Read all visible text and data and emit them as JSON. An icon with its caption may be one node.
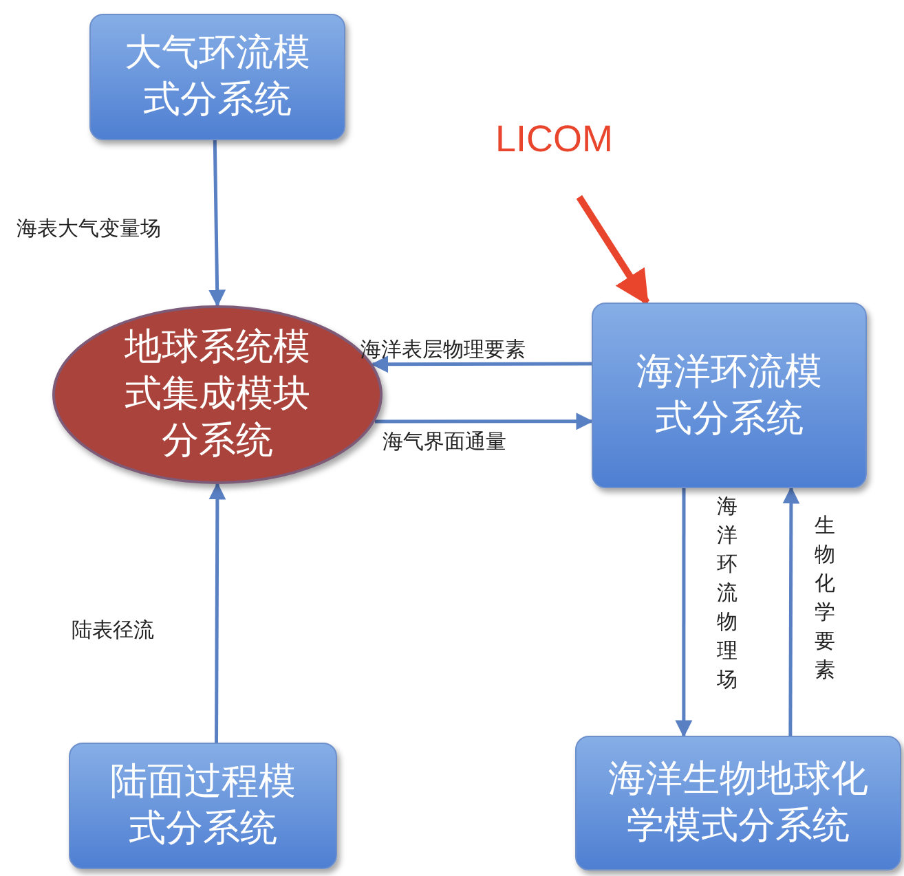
{
  "diagram": {
    "nodes": [
      {
        "text": [
          "大气环流模式分系统"
        ]
      },
      {
        "text": [
          "地球系统模式集成模块分系统"
        ]
      },
      {
        "text": [
          "LICOM"
        ]
      },
      {
        "text": [
          "海洋环流模式分系统"
        ]
      },
      {
        "text": [
          "陆面过程模式分系统"
        ]
      },
      {
        "text": [
          "海洋生物地球化学模式分系统"
        ]
      }
    ],
    "edges": [
      {
        "from": 0,
        "to": 1,
        "arrow": "to",
        "label": "海表大气变量场"
      },
      {
        "from": 3,
        "to": 1,
        "arrow": "to",
        "label": "海洋表层物理要素"
      },
      {
        "from": 1,
        "to": 3,
        "arrow": "to",
        "label": "海气界面通量"
      },
      {
        "from": 4,
        "to": 1,
        "arrow": "to",
        "label": "陆表径流"
      },
      {
        "from": 3,
        "to": 5,
        "arrow": "to",
        "label": "海洋环流物理场"
      },
      {
        "from": 5,
        "to": 3,
        "arrow": "to",
        "label": "生物化学要素"
      },
      {
        "from": 2,
        "to": 3,
        "arrow": "to",
        "style": "thick",
        "color": "#e8452c"
      }
    ]
  }
}
